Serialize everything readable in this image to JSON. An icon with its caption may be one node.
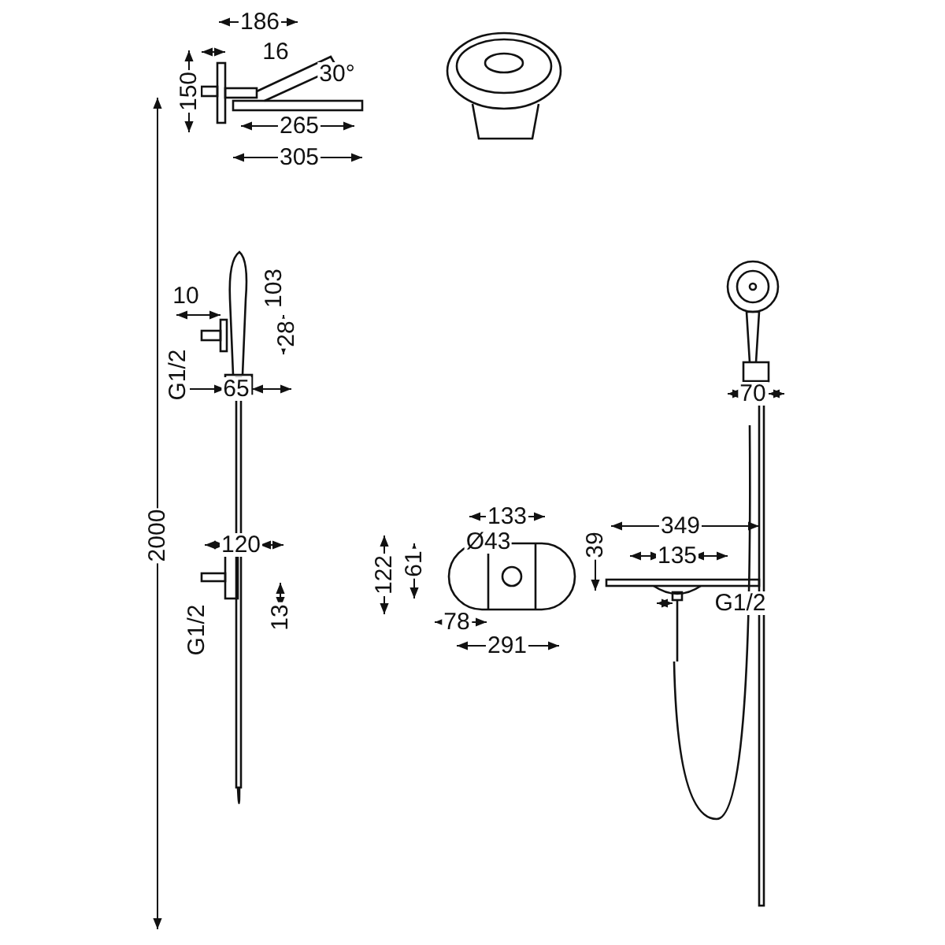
{
  "diagram": {
    "labels": [
      "186",
      "16",
      "30°",
      "150",
      "265",
      "305",
      "10",
      "103",
      "28",
      "G1/2",
      "65",
      "70",
      "2000",
      "133",
      "349",
      "Ø43",
      "122",
      "61",
      "39",
      "120",
      "135",
      "13",
      "G1/2",
      "78",
      "G1/2",
      "291"
    ]
  }
}
